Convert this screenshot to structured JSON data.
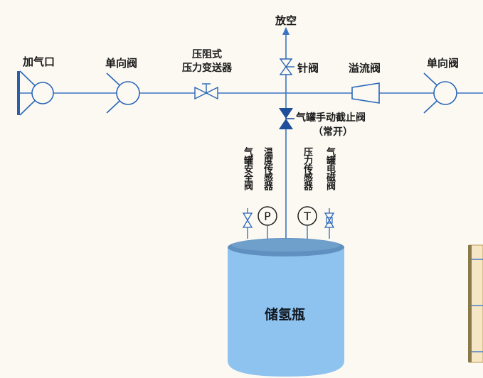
{
  "labels": {
    "vent": "放空",
    "inlet": "加气口",
    "check_valve_left": "单向阀",
    "transmitter_l1": "压阻式",
    "transmitter_l2": "压力变送器",
    "needle_valve": "针阀",
    "relief_valve": "溢流阀",
    "check_valve_right": "单向阀",
    "manual_valve": "气罐手动截止阀",
    "manual_valve_state": "（常开）",
    "safety_valve": "气罐安全阀",
    "temp_sensor": "温度传感器",
    "pressure_sensor": "压力传感器",
    "solenoid_valve": "气罐电磁阀",
    "tank": "储氢瓶",
    "gauge_p": "P",
    "gauge_t": "T"
  },
  "colors": {
    "line": "#3b73c4",
    "symbol_stroke": "#2a66b8",
    "tank_body": "#8fc3ef",
    "tank_top": "#5f90bf",
    "manual_valve_fill": "#1f4f9a",
    "inlet_bar": "#2b5ea8"
  }
}
